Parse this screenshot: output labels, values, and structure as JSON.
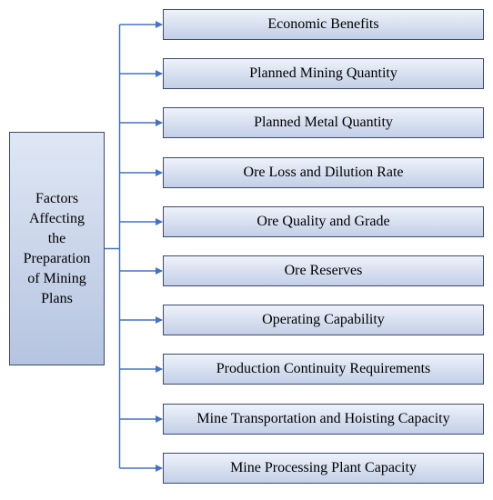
{
  "root": {
    "label": "Factors\nAffecting\nthe\nPreparation\nof Mining\nPlans"
  },
  "factors": [
    {
      "label": "Economic Benefits"
    },
    {
      "label": "Planned Mining Quantity"
    },
    {
      "label": "Planned Metal Quantity"
    },
    {
      "label": "Ore Loss and Dilution Rate"
    },
    {
      "label": "Ore Quality and Grade"
    },
    {
      "label": "Ore Reserves"
    },
    {
      "label": "Operating Capability"
    },
    {
      "label": "Production Continuity Requirements"
    },
    {
      "label": "Mine Transportation and Hoisting Capacity"
    },
    {
      "label": "Mine Processing Plant Capacity"
    }
  ],
  "colors": {
    "connector": "#4472c4",
    "box_border": "#3c4a6b",
    "box_fill_top": "#eef2fa",
    "box_fill_bottom": "#c3cfe7"
  }
}
